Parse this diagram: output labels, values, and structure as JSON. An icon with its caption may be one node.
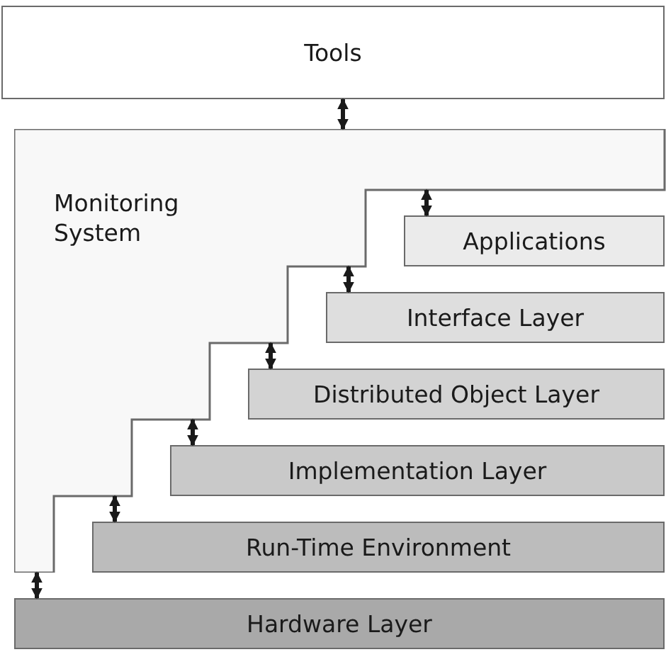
{
  "diagram": {
    "nodes": [
      {
        "text": [
          "Tools"
        ]
      },
      {
        "text": [
          "Monitoring System"
        ]
      },
      {
        "text": [
          "Applications"
        ]
      },
      {
        "text": [
          "Interface Layer"
        ]
      },
      {
        "text": [
          "Distributed Object Layer"
        ]
      },
      {
        "text": [
          "Implementation Layer"
        ]
      },
      {
        "text": [
          "Run-Time Environment"
        ]
      },
      {
        "text": [
          "Hardware Layer"
        ]
      }
    ],
    "edges": [
      {
        "from": 0,
        "to": 1,
        "arrow": "both"
      },
      {
        "from": 1,
        "to": 2,
        "arrow": "both"
      },
      {
        "from": 1,
        "to": 3,
        "arrow": "both"
      },
      {
        "from": 1,
        "to": 4,
        "arrow": "both"
      },
      {
        "from": 1,
        "to": 5,
        "arrow": "both"
      },
      {
        "from": 1,
        "to": 6,
        "arrow": "both"
      },
      {
        "from": 1,
        "to": 7,
        "arrow": "both"
      }
    ]
  }
}
